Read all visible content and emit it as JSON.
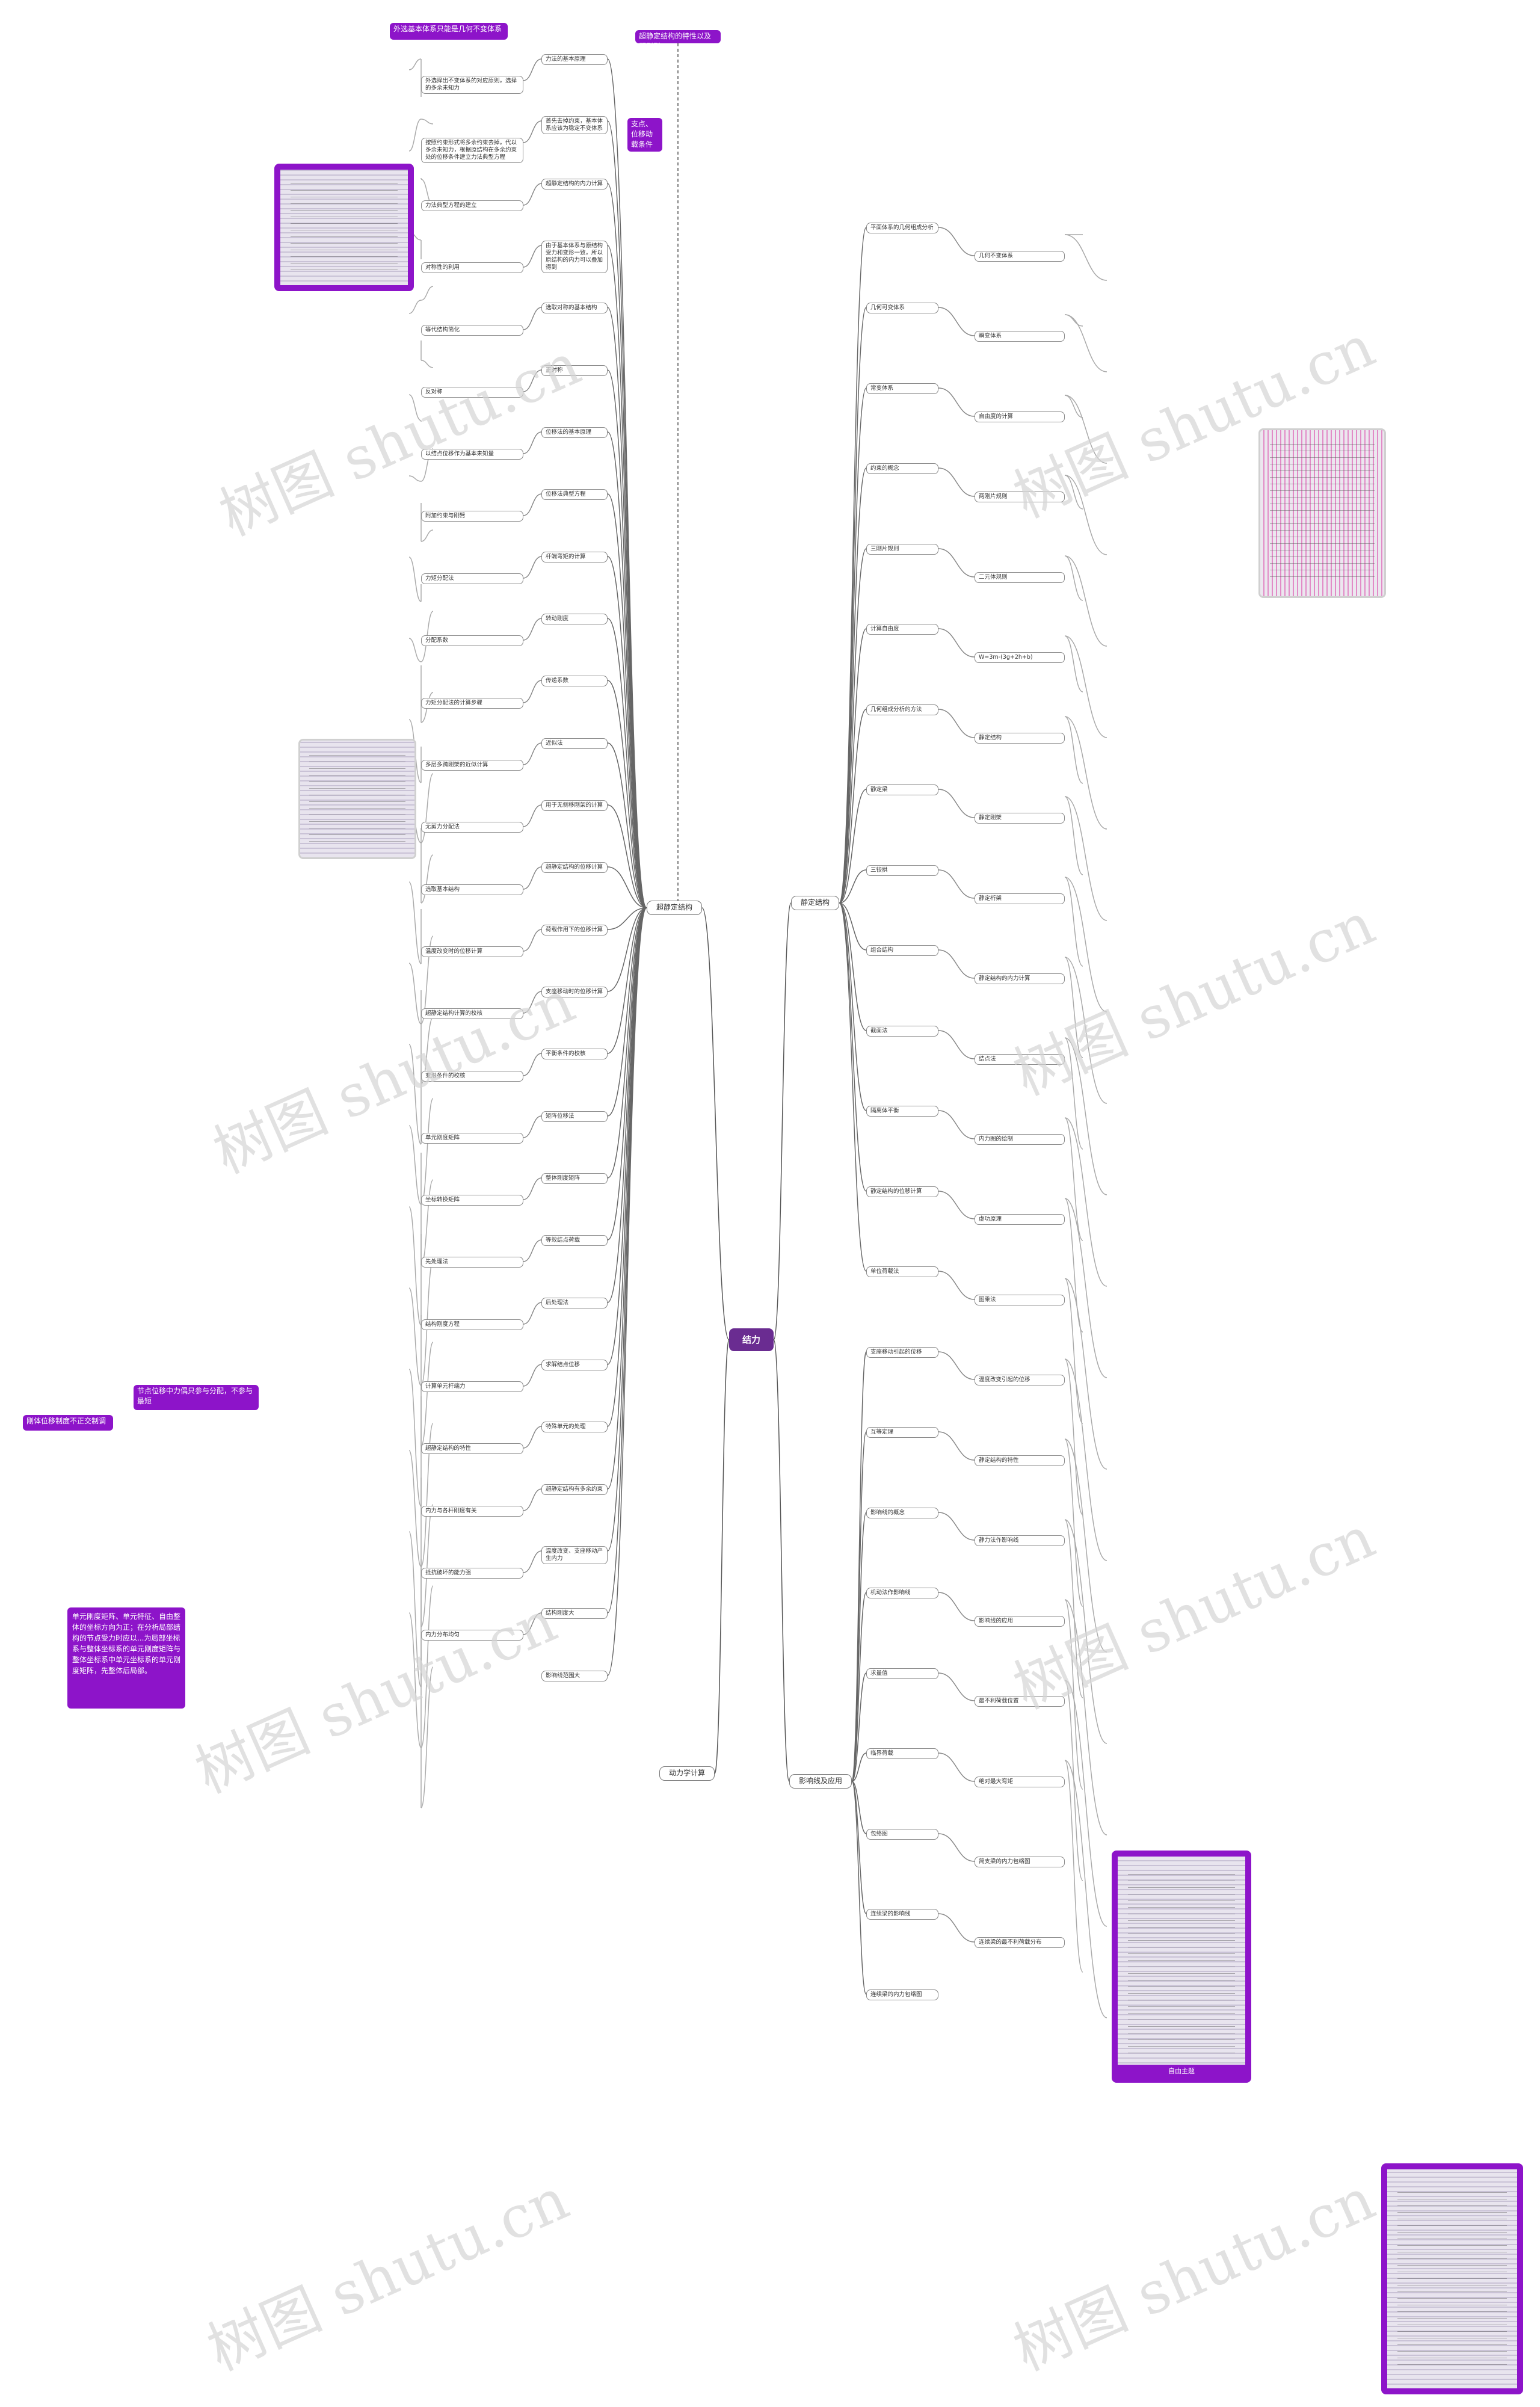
{
  "root": {
    "label": "结力"
  },
  "branches": {
    "structure": "超静定结构",
    "moving_load": "动力学计算",
    "static": "静定结构",
    "influence": "影响线及应用",
    "purple_top": "超静定结构的特性以及题型型"
  },
  "purple_notes": {
    "top_left": "外选基本体系只能是几何不变体系",
    "side_tag": "支点、位移动 载条件",
    "node_alloc": "节点位移中力偶只参与分配，不参与最短",
    "left_note": "刚体位移制度不正交制调",
    "big_note": "单元刚度矩阵、单元特征、自由整体的坐标方向为正；在分析局部结构的节点受力时应以...为局部坐标系与整体坐标系的单元刚度矩阵与整体坐标系中单元坐标系的单元刚度矩阵，先整体后局部。"
  },
  "photos": {
    "bottom_caption": "自由主题"
  },
  "left_nodes": [
    "力法的基本原理",
    "外选择出不变体系的对应原则，选择的多余未知力",
    "首先去掉约束，基本体系应该为稳定不变体系",
    "按照约束形式将多余约束去掉，代以多余未知力，根据原结构在多余约束处的位移条件建立力法典型方程",
    "超静定结构的内力计算",
    "力法典型方程的建立",
    "由于基本体系与原结构受力和变形一致，所以原结构的内力可以叠加得到",
    "对称性的利用",
    "选取对称的基本结构",
    "等代结构简化",
    "正对称",
    "反对称",
    "位移法的基本原理",
    "以结点位移作为基本未知量",
    "位移法典型方程",
    "附加约束与刚臂",
    "杆端弯矩的计算",
    "力矩分配法",
    "转动刚度",
    "分配系数",
    "传递系数",
    "力矩分配法的计算步骤",
    "近似法",
    "多层多跨刚架的近似计算",
    "用于无侧移刚架的计算",
    "无剪力分配法",
    "超静定结构的位移计算",
    "选取基本结构",
    "荷载作用下的位移计算",
    "温度改变时的位移计算",
    "支座移动时的位移计算",
    "超静定结构计算的校核",
    "平衡条件的校核",
    "变形条件的校核",
    "矩阵位移法",
    "单元刚度矩阵",
    "整体刚度矩阵",
    "坐标转换矩阵",
    "等效结点荷载",
    "先处理法",
    "后处理法",
    "结构刚度方程",
    "求解结点位移",
    "计算单元杆端力",
    "特殊单元的处理",
    "超静定结构的特性",
    "超静定结构有多余约束",
    "内力与各杆刚度有关",
    "温度改变、支座移动产生内力",
    "抵抗破坏的能力强",
    "结构刚度大",
    "内力分布均匀",
    "影响线范围大"
  ],
  "right_nodes": [
    "平面体系的几何组成分析",
    "几何不变体系",
    "几何可变体系",
    "瞬变体系",
    "常变体系",
    "自由度的计算",
    "约束的概念",
    "两刚片规则",
    "三刚片规则",
    "二元体规则",
    "计算自由度",
    "W=3m-(3g+2h+b)",
    "几何组成分析的方法",
    "静定结构",
    "静定梁",
    "静定刚架",
    "三铰拱",
    "静定桁架",
    "组合结构",
    "静定结构的内力计算",
    "截面法",
    "结点法",
    "隔离体平衡",
    "内力图的绘制",
    "静定结构的位移计算",
    "虚功原理",
    "单位荷载法",
    "图乘法",
    "支座移动引起的位移",
    "温度改变引起的位移",
    "互等定理",
    "静定结构的特性",
    "影响线的概念",
    "静力法作影响线",
    "机动法作影响线",
    "影响线的应用",
    "求量值",
    "最不利荷载位置",
    "临界荷载",
    "绝对最大弯矩",
    "包络图",
    "简支梁的内力包络图",
    "连续梁的影响线",
    "连续梁的最不利荷载分布",
    "连续梁的内力包络图"
  ]
}
